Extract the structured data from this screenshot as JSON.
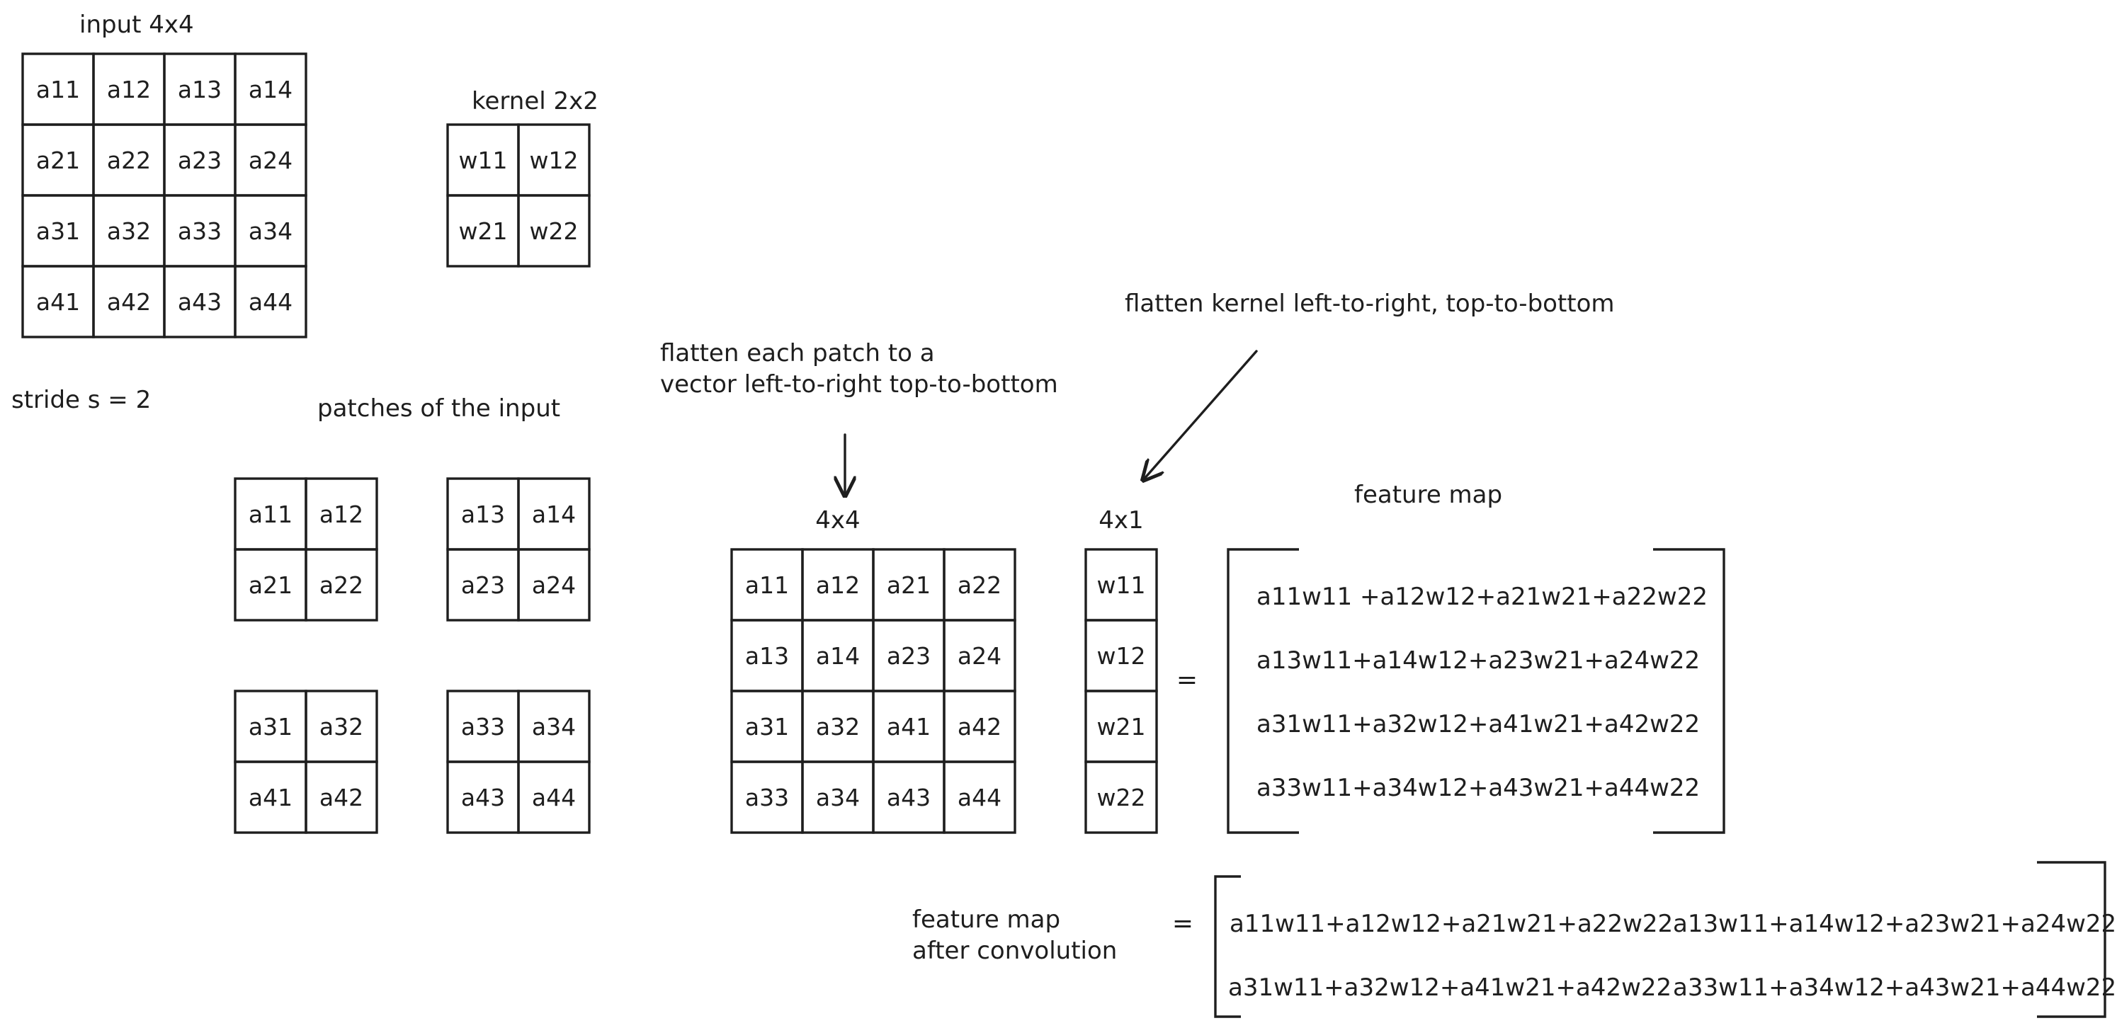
{
  "labels": {
    "input_title": "input 4x4",
    "kernel_title": "kernel 2x2",
    "stride": "stride s = 2",
    "patches_title": "patches of the input",
    "flatten_patch_line1": "flatten each patch to a",
    "flatten_patch_line2": "vector left-to-right top-to-bottom",
    "flatten_kernel": "flatten kernel left-to-right, top-to-bottom",
    "matrix_dims": "4x4",
    "vector_dims": "4x1",
    "feature_map_title": "feature map",
    "final_line1": "feature map",
    "final_line2": "after convolution",
    "equals": "="
  },
  "input_matrix": [
    [
      "a11",
      "a12",
      "a13",
      "a14"
    ],
    [
      "a21",
      "a22",
      "a23",
      "a24"
    ],
    [
      "a31",
      "a32",
      "a33",
      "a34"
    ],
    [
      "a41",
      "a42",
      "a43",
      "a44"
    ]
  ],
  "kernel_matrix": [
    [
      "w11",
      "w12"
    ],
    [
      "w21",
      "w22"
    ]
  ],
  "patches": [
    [
      [
        "a11",
        "a12"
      ],
      [
        "a21",
        "a22"
      ]
    ],
    [
      [
        "a13",
        "a14"
      ],
      [
        "a23",
        "a24"
      ]
    ],
    [
      [
        "a31",
        "a32"
      ],
      [
        "a41",
        "a42"
      ]
    ],
    [
      [
        "a33",
        "a34"
      ],
      [
        "a43",
        "a44"
      ]
    ]
  ],
  "patch_matrix": [
    [
      "a11",
      "a12",
      "a21",
      "a22"
    ],
    [
      "a13",
      "a14",
      "a23",
      "a24"
    ],
    [
      "a31",
      "a32",
      "a41",
      "a42"
    ],
    [
      "a33",
      "a34",
      "a43",
      "a44"
    ]
  ],
  "kernel_vector": [
    "w11",
    "w12",
    "w21",
    "w22"
  ],
  "feature_map_column": [
    "a11w11 +a12w12+a21w21+a22w22",
    "a13w11+a14w12+a23w21+a24w22",
    "a31w11+a32w12+a41w21+a42w22",
    "a33w11+a34w12+a43w21+a44w22"
  ],
  "final_feature_map": [
    [
      "a11w11+a12w12+a21w21+a22w22",
      "a13w11+a14w12+a23w21+a24w22"
    ],
    [
      "a31w11+a32w12+a41w21+a42w22",
      "a33w11+a34w12+a43w21+a44w22"
    ]
  ]
}
